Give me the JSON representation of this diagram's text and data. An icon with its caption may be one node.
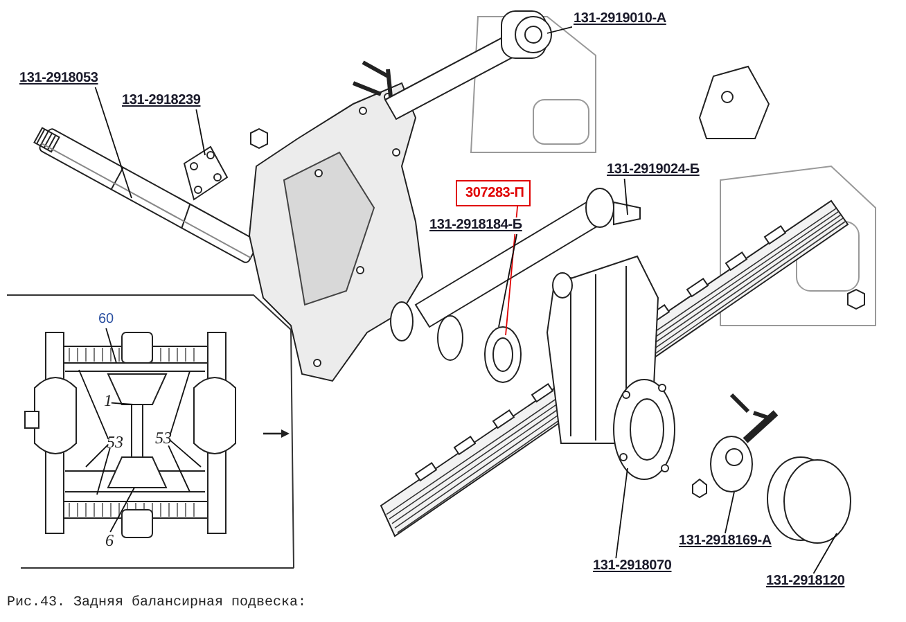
{
  "diagram": {
    "caption": "Рис.43. Задняя балансирная подвеска:",
    "nodes": [
      {
        "text": [
          "131-2918053"
        ]
      },
      {
        "text": [
          "131-2918239"
        ]
      },
      {
        "text": [
          "131-2919010-А"
        ]
      },
      {
        "text": [
          "131-2919024-Б"
        ]
      },
      {
        "text": [
          "307283-П"
        ]
      },
      {
        "text": [
          "131-2918184-Б"
        ]
      },
      {
        "text": [
          "131-2918070"
        ]
      },
      {
        "text": [
          "131-2918169-А"
        ]
      },
      {
        "text": [
          "131-2918120"
        ]
      },
      {
        "text": [],
        "shape": "box"
      },
      {
        "text": [
          "60"
        ],
        "in": 9
      },
      {
        "text": [
          "1"
        ],
        "in": 9
      },
      {
        "text": [
          "53"
        ],
        "in": 9
      },
      {
        "text": [
          "53"
        ],
        "in": 9
      },
      {
        "text": [
          "6"
        ],
        "in": 9
      }
    ],
    "edges": [
      {
        "from": 0,
        "to": null,
        "arrow": "none"
      },
      {
        "from": 1,
        "to": null,
        "arrow": "none"
      },
      {
        "from": 2,
        "to": null,
        "arrow": "none"
      },
      {
        "from": 3,
        "to": null,
        "arrow": "none"
      },
      {
        "from": 4,
        "to": null,
        "arrow": "none",
        "color": "#e00000"
      },
      {
        "from": 5,
        "to": null,
        "arrow": "none"
      },
      {
        "from": 6,
        "to": null,
        "arrow": "none"
      },
      {
        "from": 7,
        "to": null,
        "arrow": "none"
      },
      {
        "from": 8,
        "to": null,
        "arrow": "none"
      },
      {
        "from": 10,
        "to": null,
        "arrow": "none"
      },
      {
        "from": 11,
        "to": null,
        "arrow": "none"
      },
      {
        "from": 12,
        "to": null,
        "arrow": "none"
      },
      {
        "from": 12,
        "to": null,
        "arrow": "none"
      },
      {
        "from": 12,
        "to": null,
        "arrow": "none"
      },
      {
        "from": 13,
        "to": null,
        "arrow": "none"
      },
      {
        "from": 13,
        "to": null,
        "arrow": "none"
      },
      {
        "from": 13,
        "to": null,
        "arrow": "none"
      },
      {
        "from": 14,
        "to": null,
        "arrow": "none"
      }
    ]
  }
}
